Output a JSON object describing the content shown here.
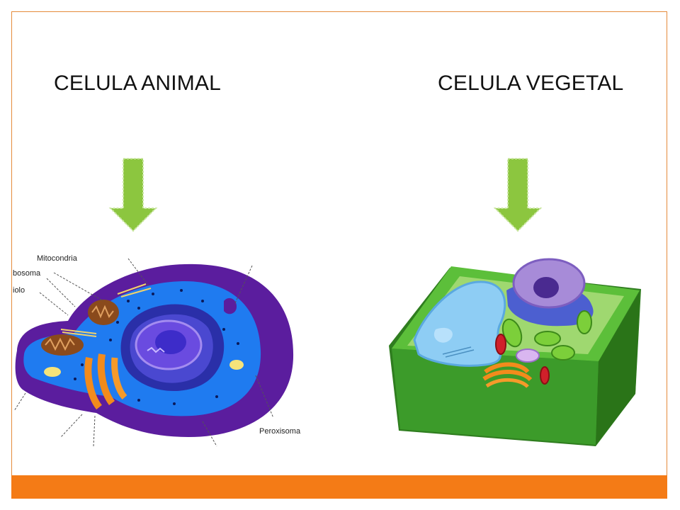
{
  "titles": {
    "animal": "CELULA ANIMAL",
    "plant": "CELULA VEGETAL"
  },
  "animal_labels": {
    "top": "Mitocondria",
    "left_1": "bosoma",
    "left_2": "iolo",
    "bottom_right": "Peroxisoma"
  },
  "colors": {
    "frame": "#e58a3a",
    "footer": "#f47b16",
    "arrow": "#8cc63f",
    "animal_membrane": "#5a1a9a",
    "animal_cytoplasm": "#1f7bf0",
    "nucleus": "#3c2bb0",
    "plant_wall": "#3f9b2a",
    "plant_cytoplasm": "#9fd870",
    "vacuole": "#8ecdf4"
  }
}
